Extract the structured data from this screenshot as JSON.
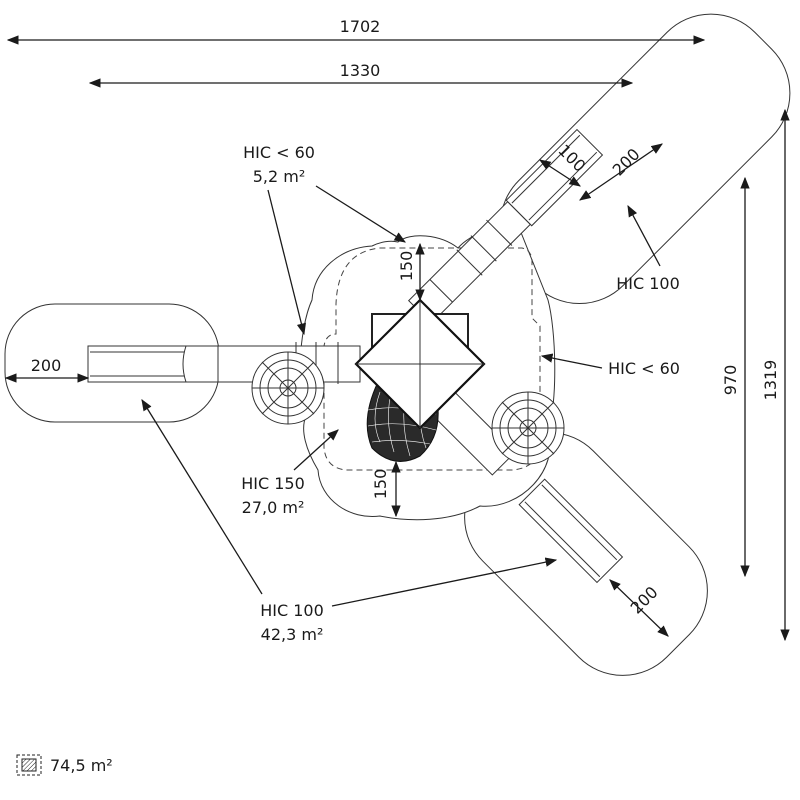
{
  "dimensions": {
    "total_width": "1702",
    "inner_width": "1330",
    "total_height": "1319",
    "inner_height": "970",
    "slide_left": "200",
    "slide_top_right_a": "100",
    "slide_top_right_b": "200",
    "slide_bottom_right": "200",
    "clearance_top": "150",
    "clearance_bottom": "150"
  },
  "labels": {
    "hic60_top": "HIC < 60",
    "hic60_top_area": "5,2 m²",
    "hic100_right": "HIC 100",
    "hic60_right": "HIC < 60",
    "hic150": "HIC 150",
    "hic150_area": "27,0 m²",
    "hic100_bottom": "HIC 100",
    "hic100_bottom_area": "42,3 m²"
  },
  "legend": {
    "total_area": "74,5 m²",
    "icon": "hatched-area-icon"
  }
}
